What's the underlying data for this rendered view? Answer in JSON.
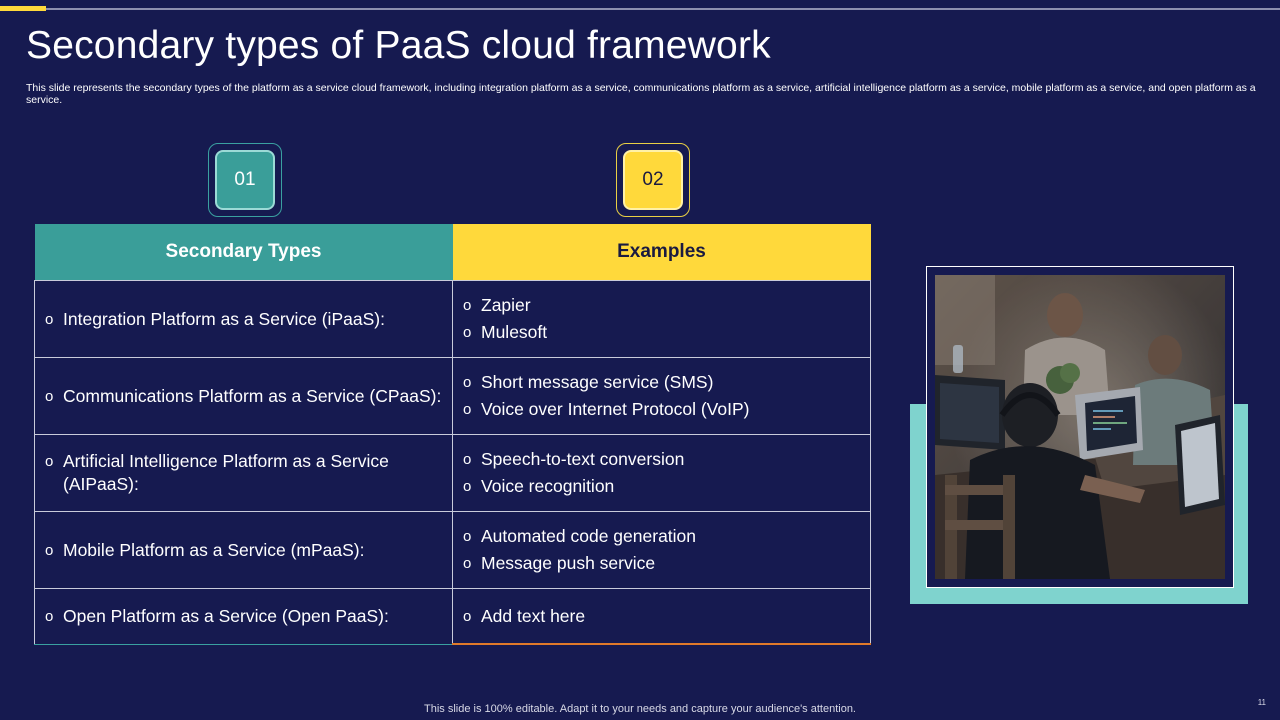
{
  "slide": {
    "title": "Secondary types of PaaS cloud framework",
    "subtitle": "This slide represents the secondary types of the platform as a service cloud framework, including integration platform as a service, communications platform as a service, artificial intelligence platform as a service, mobile platform as a service, and open platform as a service.",
    "footer": "This slide is 100% editable. Adapt it to your needs and capture your audience's attention.",
    "page_number": "11"
  },
  "badges": [
    "01",
    "02"
  ],
  "table": {
    "headers": [
      "Secondary Types",
      "Examples"
    ],
    "bullet": "o",
    "rows": [
      {
        "type": "Integration Platform as a Service (iPaaS):",
        "examples": [
          "Zapier",
          "Mulesoft"
        ]
      },
      {
        "type": "Communications Platform as a Service (CPaaS):",
        "examples": [
          "Short message service (SMS)",
          "Voice over Internet Protocol (VoIP)"
        ]
      },
      {
        "type": "Artificial Intelligence Platform as a Service (AIPaaS):",
        "examples": [
          "Speech-to-text conversion",
          "Voice recognition"
        ]
      },
      {
        "type": "Mobile Platform as a Service (mPaaS):",
        "examples": [
          "Automated code generation",
          "Message push service"
        ]
      },
      {
        "type": "Open Platform as a Service (Open PaaS):",
        "examples": [
          "Add text here"
        ]
      }
    ]
  },
  "colors": {
    "background": "#161a50",
    "teal": "#3a9e99",
    "yellow": "#ffd93b",
    "light_teal": "#7fd3ce"
  },
  "icons": {
    "photo": "people-working-on-laptops-photo"
  }
}
